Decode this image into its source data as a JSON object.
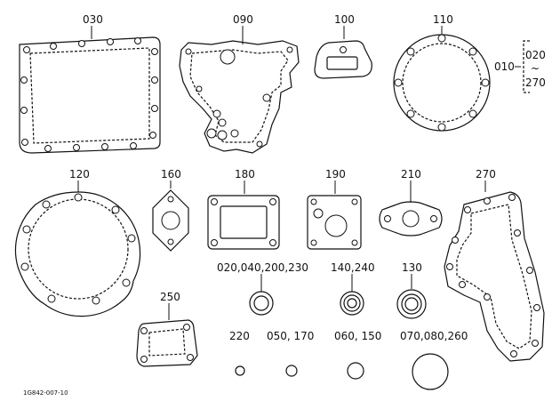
{
  "parts": {
    "p030": "030",
    "p090": "090",
    "p100": "100",
    "p110": "110",
    "p010": "010",
    "range_start": "020",
    "range_tilde": "~",
    "range_end": "270",
    "p120": "120",
    "p160": "160",
    "p180": "180",
    "p190": "190",
    "p210": "210",
    "p270": "270",
    "group_020": "020,040,200,230",
    "group_140": "140,240",
    "p130": "130",
    "p250": "250",
    "p220": "220",
    "group_050": "050, 170",
    "group_060": "060, 150",
    "group_070": "070,080,260"
  },
  "figure_code": "1G842-007-10"
}
